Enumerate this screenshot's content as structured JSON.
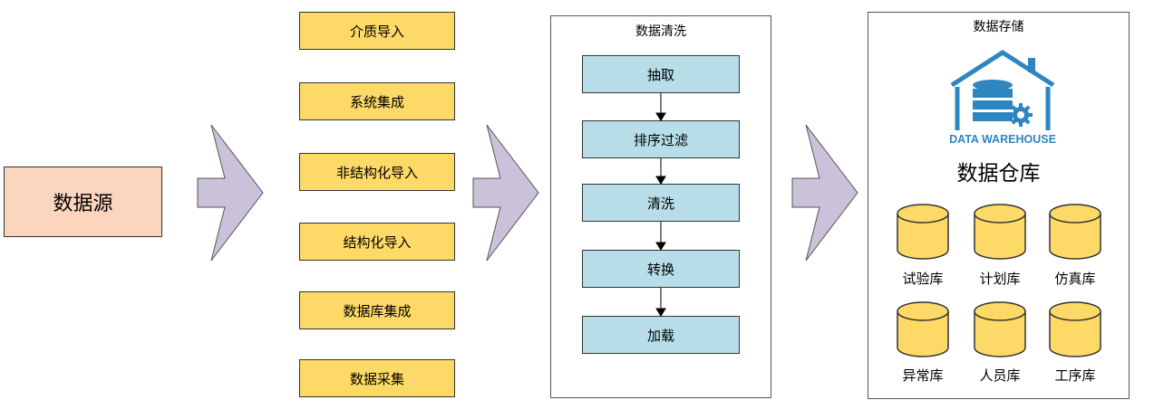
{
  "source": {
    "label": "数据源"
  },
  "methods": [
    "介质导入",
    "系统集成",
    "非结构化导入",
    "结构化导入",
    "数据库集成",
    "数据采集"
  ],
  "cleaning": {
    "title": "数据清洗",
    "steps": [
      "抽取",
      "排序过滤",
      "清洗",
      "转换",
      "加载"
    ]
  },
  "storage": {
    "title": "数据存储",
    "logo_text": "DATA WAREHOUSE",
    "warehouse_label": "数据仓库",
    "databases": [
      "试验库",
      "计划库",
      "仿真库",
      "异常库",
      "人员库",
      "工序库"
    ]
  },
  "colors": {
    "source_fill": "#FBD5BD",
    "method_fill": "#FDD967",
    "step_fill": "#B7DEE8",
    "arrow_fill": "#CCC1DA",
    "logo_blue": "#2E86C1",
    "db_fill": "#FDD967"
  }
}
